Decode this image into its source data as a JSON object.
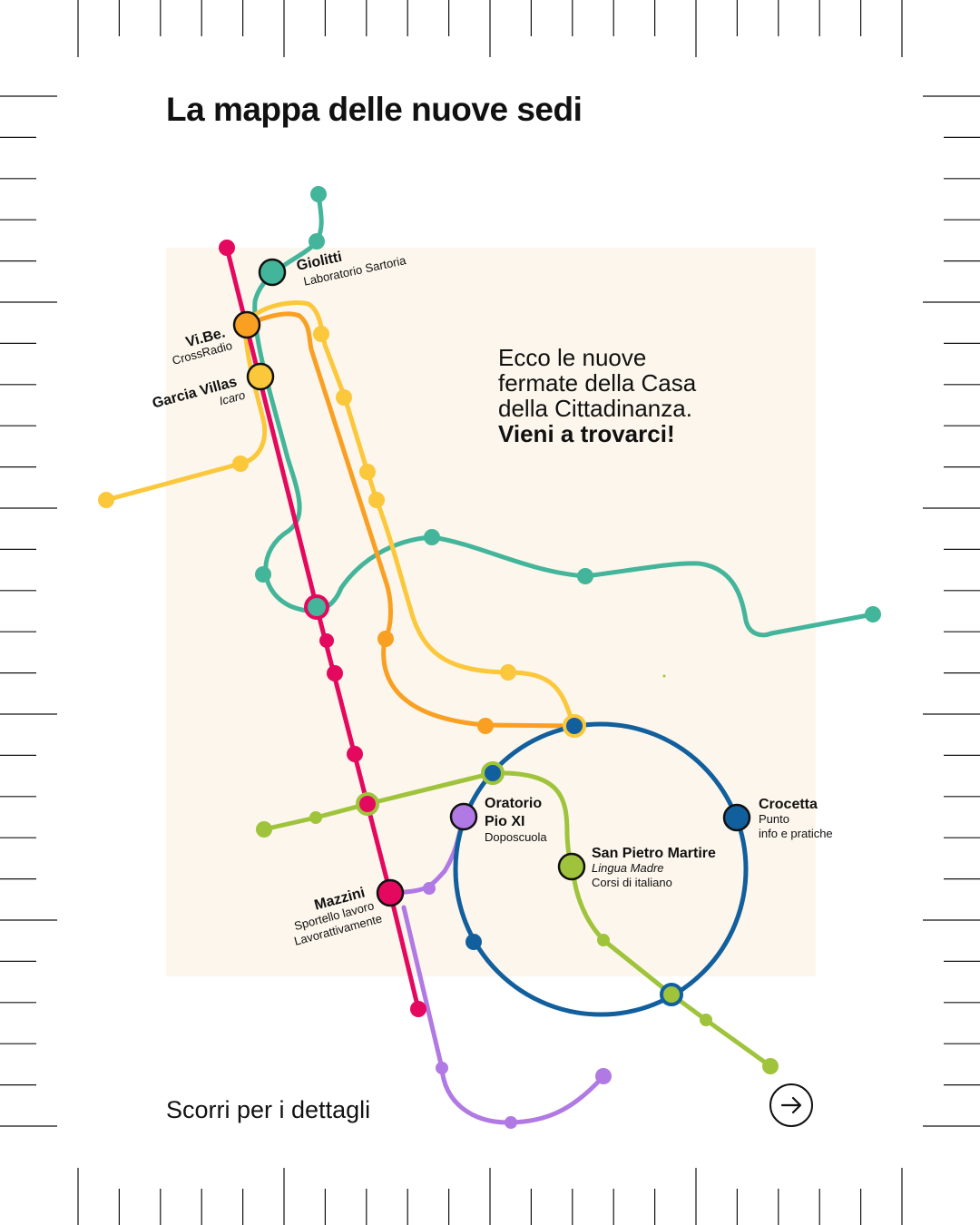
{
  "title": "La mappa delle nuove sedi",
  "intro": {
    "line1": "Ecco le nuove",
    "line2": "fermate della Casa",
    "line3": "della Cittadinanza.",
    "cta": "Vieni a trovarci!"
  },
  "footer": {
    "scroll_hint": "Scorri per i dettagli",
    "next_icon": "arrow-right-icon"
  },
  "colors": {
    "panel_bg": "#fcf6ec",
    "teal_line": "#43b59a",
    "magenta_line": "#e4085e",
    "yellow_line": "#fbc73b",
    "orange_line": "#f9a023",
    "green_line": "#9fc43c",
    "purple_line": "#b179e3",
    "blue_line": "#125f9e"
  },
  "stations": {
    "giolitti": {
      "name": "Giolitti",
      "service": "Laboratorio Sartoria"
    },
    "vibe": {
      "name": "Vi.Be.",
      "service": "CrossRadio"
    },
    "garcia": {
      "name": "Garcia Villas",
      "service": "Icaro"
    },
    "oratorio": {
      "name_line1": "Oratorio",
      "name_line2": "Pio XI",
      "service": "Doposcuola"
    },
    "crocetta": {
      "name": "Crocetta",
      "service_line1": "Punto",
      "service_line2": "info e pratiche"
    },
    "spm": {
      "name": "San Pietro Martire",
      "service_line1": "Lingua Madre",
      "service_line2": "Corsi di italiano"
    },
    "mazzini": {
      "name": "Mazzini",
      "service_line1": "Sportello lavoro",
      "service_line2": "Lavorattivamente"
    }
  }
}
